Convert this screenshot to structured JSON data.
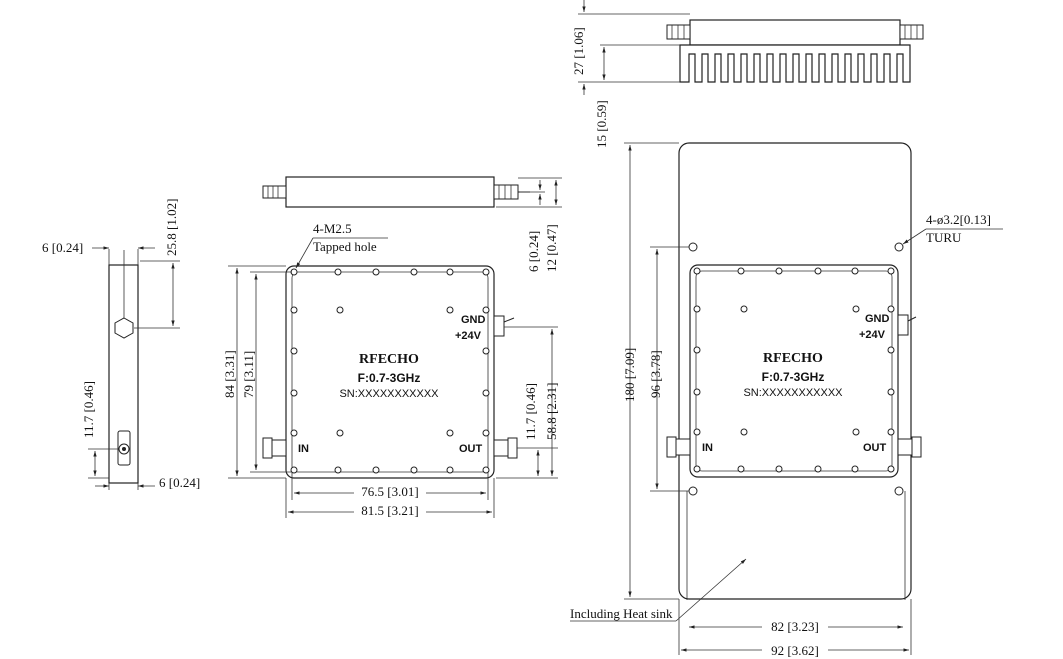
{
  "labels": {
    "brand": "RFECHO",
    "frequency": "F:0.7-3GHz",
    "serial": "SN:XXXXXXXXXXX",
    "in": "IN",
    "out": "OUT",
    "gnd": "GND",
    "power": "+24V",
    "tapped_hole_1": "4-M2.5",
    "tapped_hole_2": "Tapped hole",
    "thru_hole_1": "4-ø3.2[0.13]",
    "thru_hole_2": "TURU",
    "heat_sink": "Including Heat sink"
  },
  "dims": {
    "d_6_top": "6 [0.24]",
    "d_25_8": "25.8 [1.02]",
    "d_11_7": "11.7 [0.46]",
    "d_6_bottom": "6 [0.24]",
    "d_84": "84 [3.31]",
    "d_79": "79 [3.11]",
    "d_76_5": "76.5 [3.01]",
    "d_81_5": "81.5 [3.21]",
    "d_6_right": "6 [0.24]",
    "d_12": "12 [0.47]",
    "d_11_7_right": "11.7 [0.46]",
    "d_58_8": "58.8 [2.31]",
    "d_27": "27 [1.06]",
    "d_15": "15 [0.59]",
    "d_180": "180 [7.09]",
    "d_96": "96 [3.78]",
    "d_82": "82 [3.23]",
    "d_92": "92 [3.62]"
  }
}
